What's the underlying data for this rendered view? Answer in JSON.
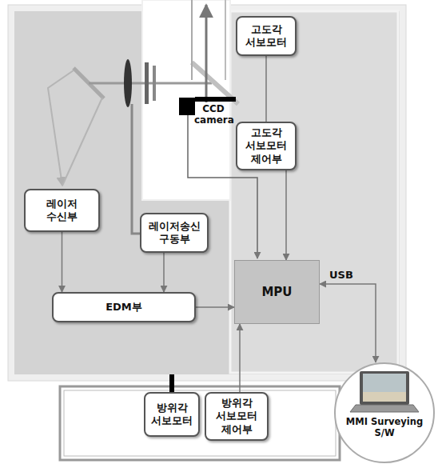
{
  "diagram": {
    "nodes": [
      {
        "text": [
          "고도각 서보모터"
        ]
      },
      {
        "text": [
          "고도각 서보모터 제어부"
        ]
      },
      {
        "text": [
          "레이저 수신부"
        ]
      },
      {
        "text": [
          "레이저송신 구동부"
        ]
      },
      {
        "text": [
          "EDM부"
        ]
      },
      {
        "text": [
          "MPU"
        ]
      },
      {
        "text": [
          "방위각 서보모터"
        ]
      },
      {
        "text": [
          "방위각 서보모터 제어부"
        ]
      },
      {
        "text": [
          "MMI Surveying S/W"
        ]
      }
    ],
    "edges": [
      {
        "from": 0,
        "to": 1,
        "arrow": "none"
      },
      {
        "from": 1,
        "to": 5,
        "arrow": "to"
      },
      {
        "from": 2,
        "to": 4,
        "arrow": "to"
      },
      {
        "from": 3,
        "to": 4,
        "arrow": "to"
      },
      {
        "from": 4,
        "to": 5,
        "arrow": "to"
      },
      {
        "from": 7,
        "to": 5,
        "arrow": "to"
      },
      {
        "from": 5,
        "to": 8,
        "label": "USB",
        "arrow": "both"
      }
    ],
    "labels": [
      "CCD camera"
    ]
  }
}
